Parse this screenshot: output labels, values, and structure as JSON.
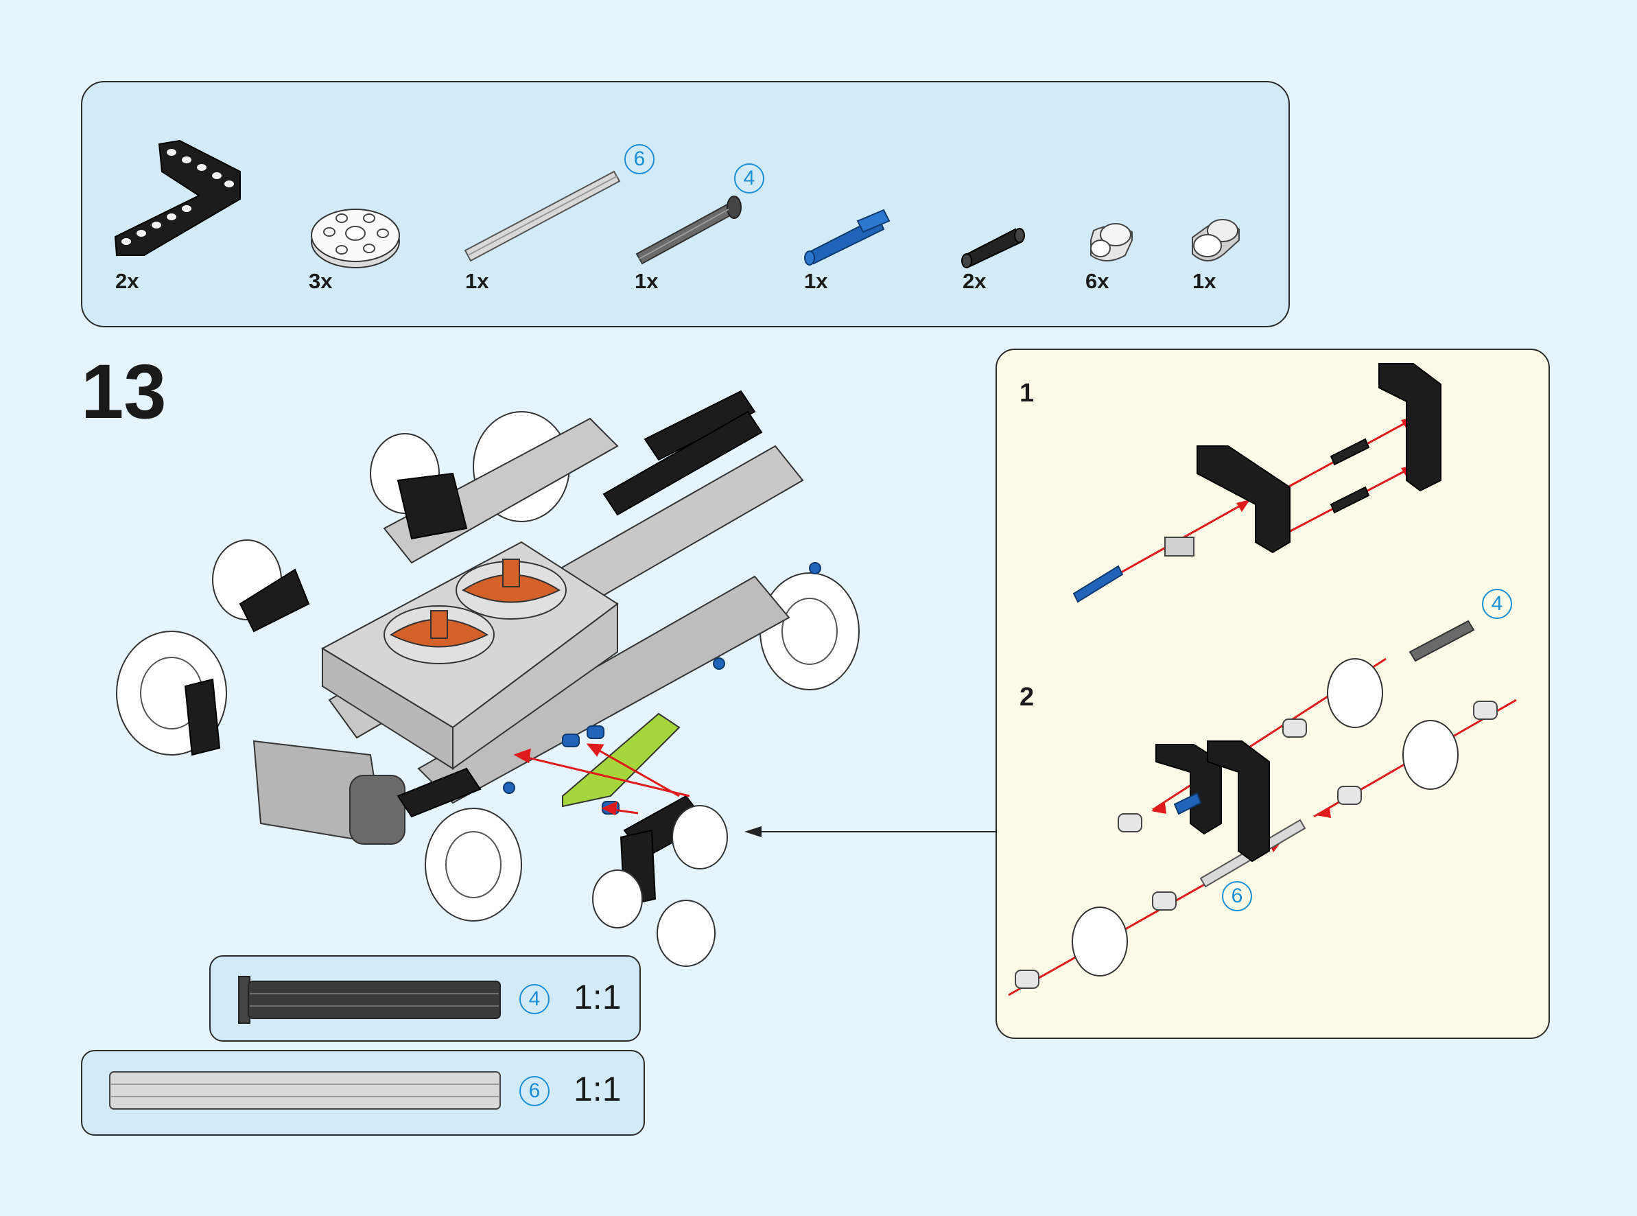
{
  "parts_list": [
    {
      "qty": "2x",
      "icon": "l-beam-icon"
    },
    {
      "qty": "3x",
      "icon": "wheel-disc-icon"
    },
    {
      "qty": "1x",
      "icon": "axle-6-icon",
      "badge": "6"
    },
    {
      "qty": "1x",
      "icon": "axle-4-stop-icon",
      "badge": "4"
    },
    {
      "qty": "1x",
      "icon": "blue-pin-icon"
    },
    {
      "qty": "2x",
      "icon": "black-pin-icon"
    },
    {
      "qty": "6x",
      "icon": "bush-icon"
    },
    {
      "qty": "1x",
      "icon": "spacer-icon"
    }
  ],
  "step_number": "13",
  "substeps": [
    {
      "number": "1"
    },
    {
      "number": "2",
      "badge_top": "4",
      "badge_bottom": "6"
    }
  ],
  "scale_guides": [
    {
      "badge": "4",
      "ratio": "1:1",
      "icon": "axle-4-stop-icon"
    },
    {
      "badge": "6",
      "ratio": "1:1",
      "icon": "axle-6-icon"
    }
  ],
  "colors": {
    "background": "#e5f4fd",
    "parts_panel": "#d3ebf9",
    "subassembly_panel": "#fdfbe8",
    "badge": "#1b8fd6",
    "arrow": "#e01b1b",
    "blue_pin": "#1f64b8",
    "motor_orange": "#d4602a",
    "lime_part": "#a5d63c"
  }
}
